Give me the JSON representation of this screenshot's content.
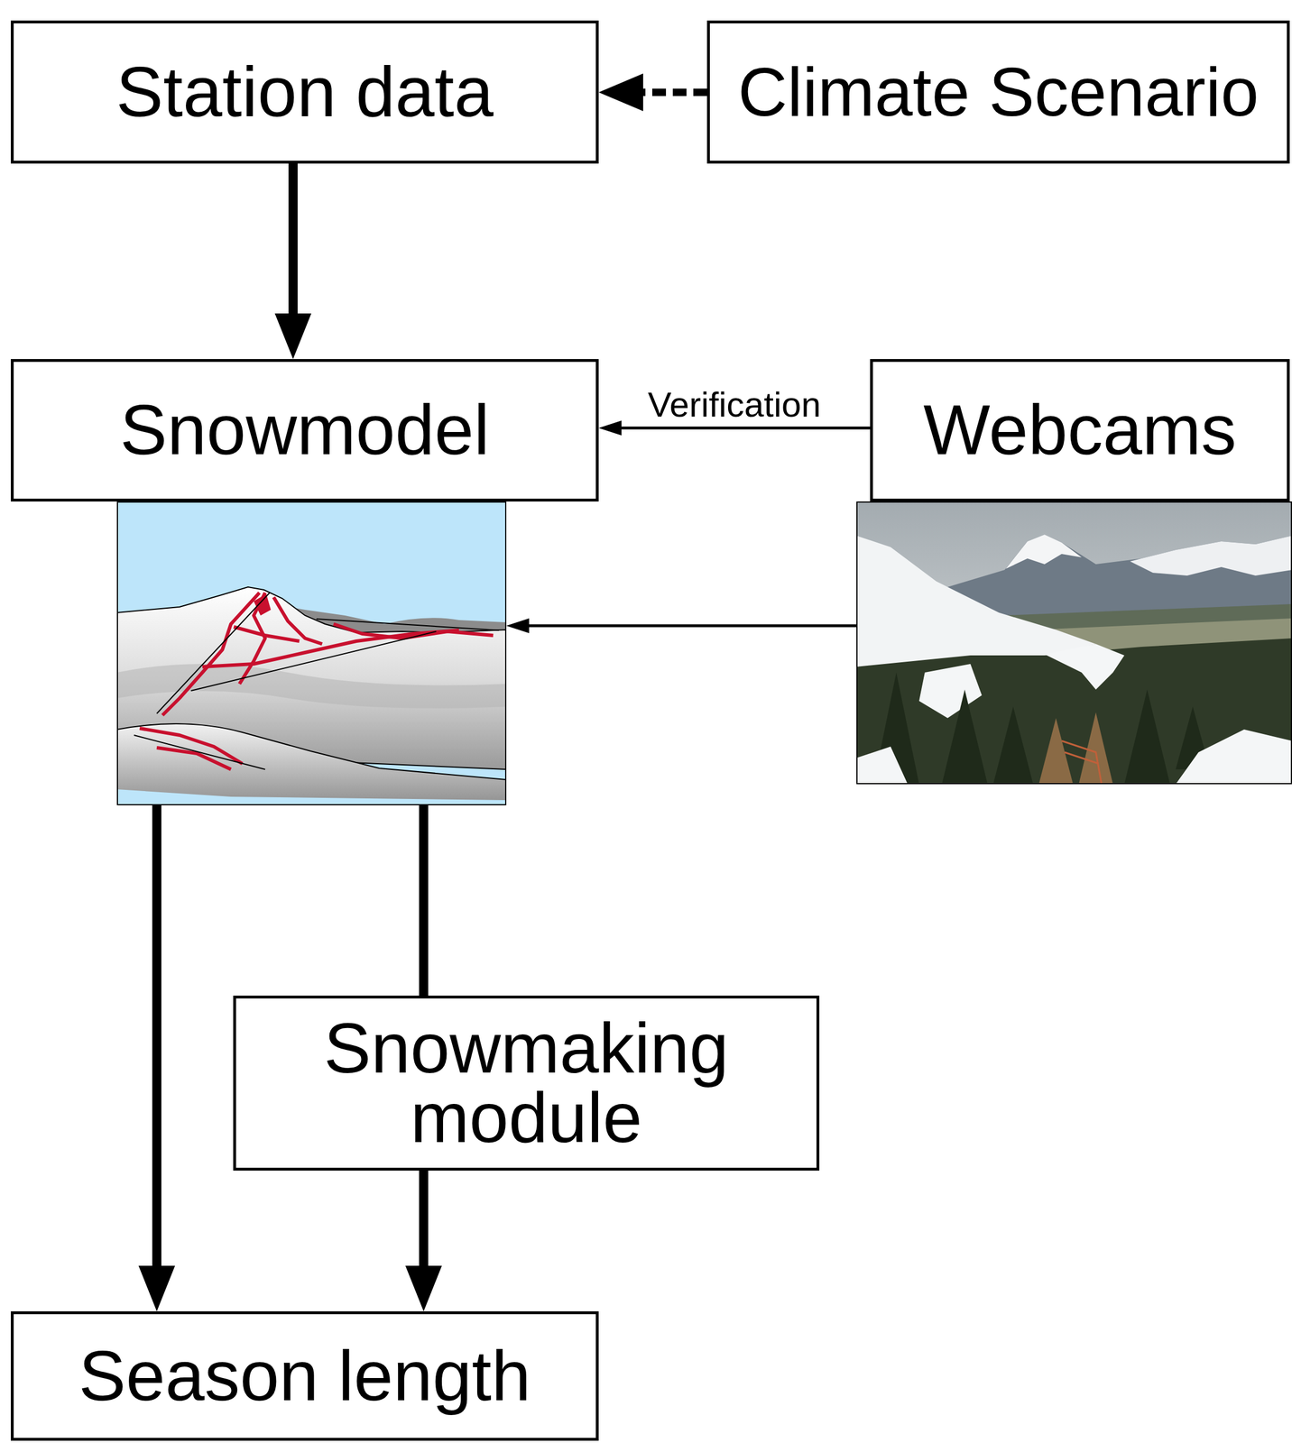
{
  "diagram": {
    "nodes": [
      {
        "text": [
          "Station data"
        ]
      },
      {
        "text": [
          "Climate Scenario"
        ]
      },
      {
        "text": [
          "Snowmodel"
        ]
      },
      {
        "text": [
          "Webcams"
        ]
      },
      {
        "text": [
          "Snowmaking module"
        ]
      },
      {
        "text": [
          "Season length"
        ]
      }
    ],
    "edges": [
      {
        "from": 1,
        "to": 0,
        "arrow": "to"
      },
      {
        "from": 0,
        "to": 2,
        "arrow": "to"
      },
      {
        "from": 3,
        "to": 2,
        "label": "Verification",
        "arrow": "to"
      },
      {
        "from": 2,
        "to": 5,
        "arrow": "to"
      },
      {
        "from": 2,
        "to": 4,
        "arrow": "none"
      },
      {
        "from": 4,
        "to": 5,
        "arrow": "to"
      }
    ]
  }
}
